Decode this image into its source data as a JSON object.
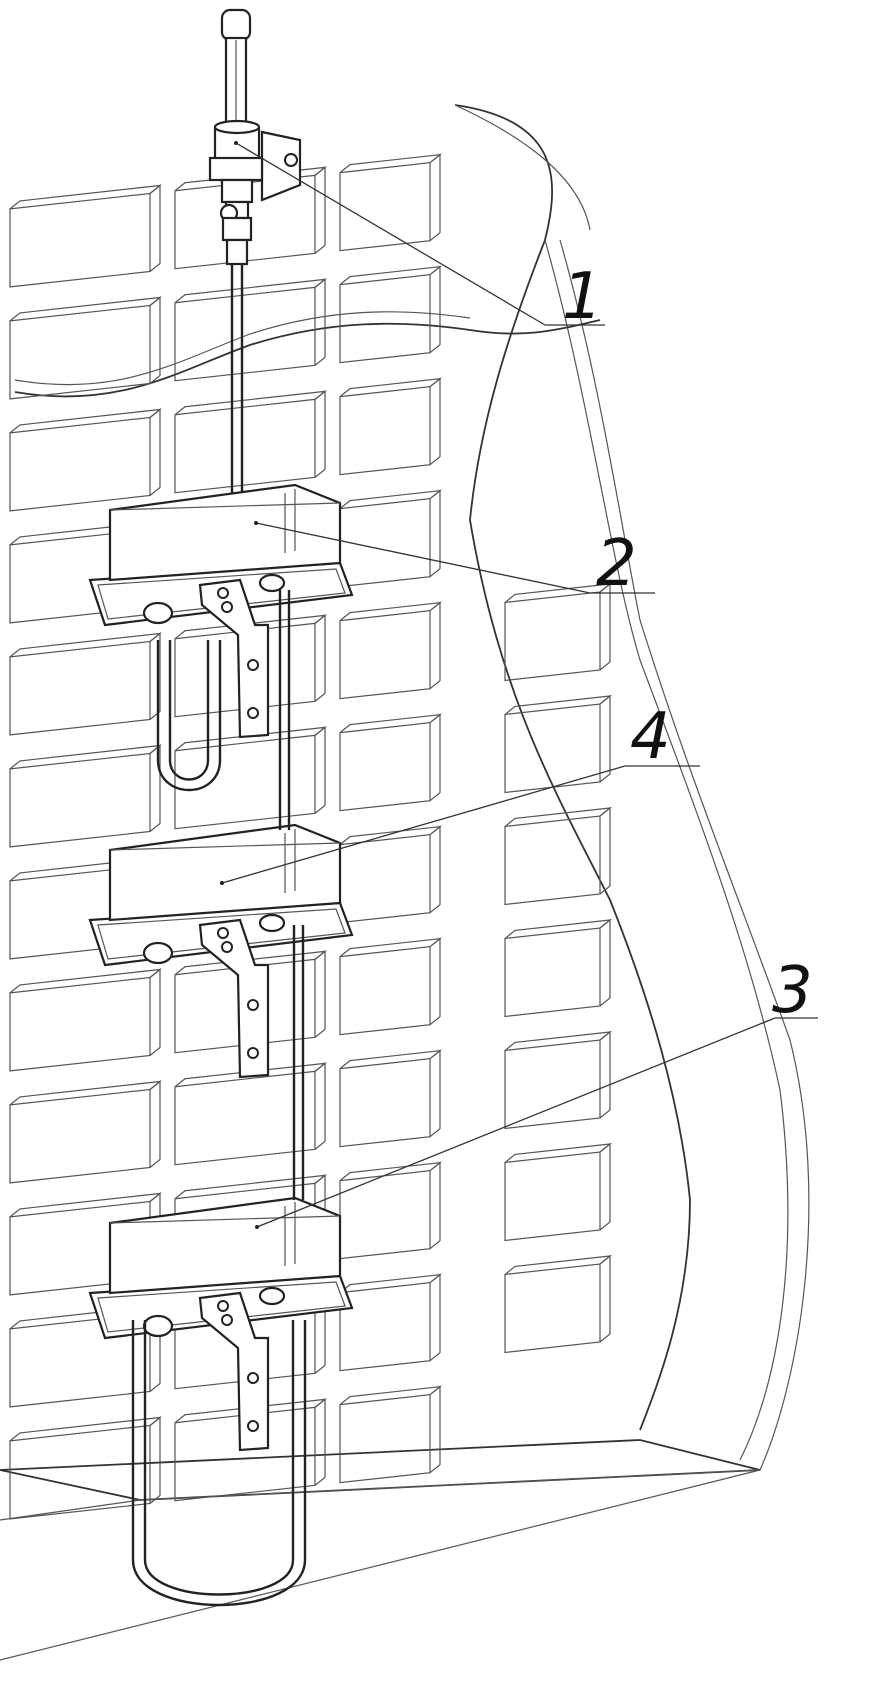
{
  "callouts": [
    {
      "id": "1",
      "label": "1"
    },
    {
      "id": "2",
      "label": "2"
    },
    {
      "id": "3",
      "label": "3"
    },
    {
      "id": "4",
      "label": "4"
    }
  ],
  "colors": {
    "line": "#222222",
    "background": "#ffffff"
  }
}
